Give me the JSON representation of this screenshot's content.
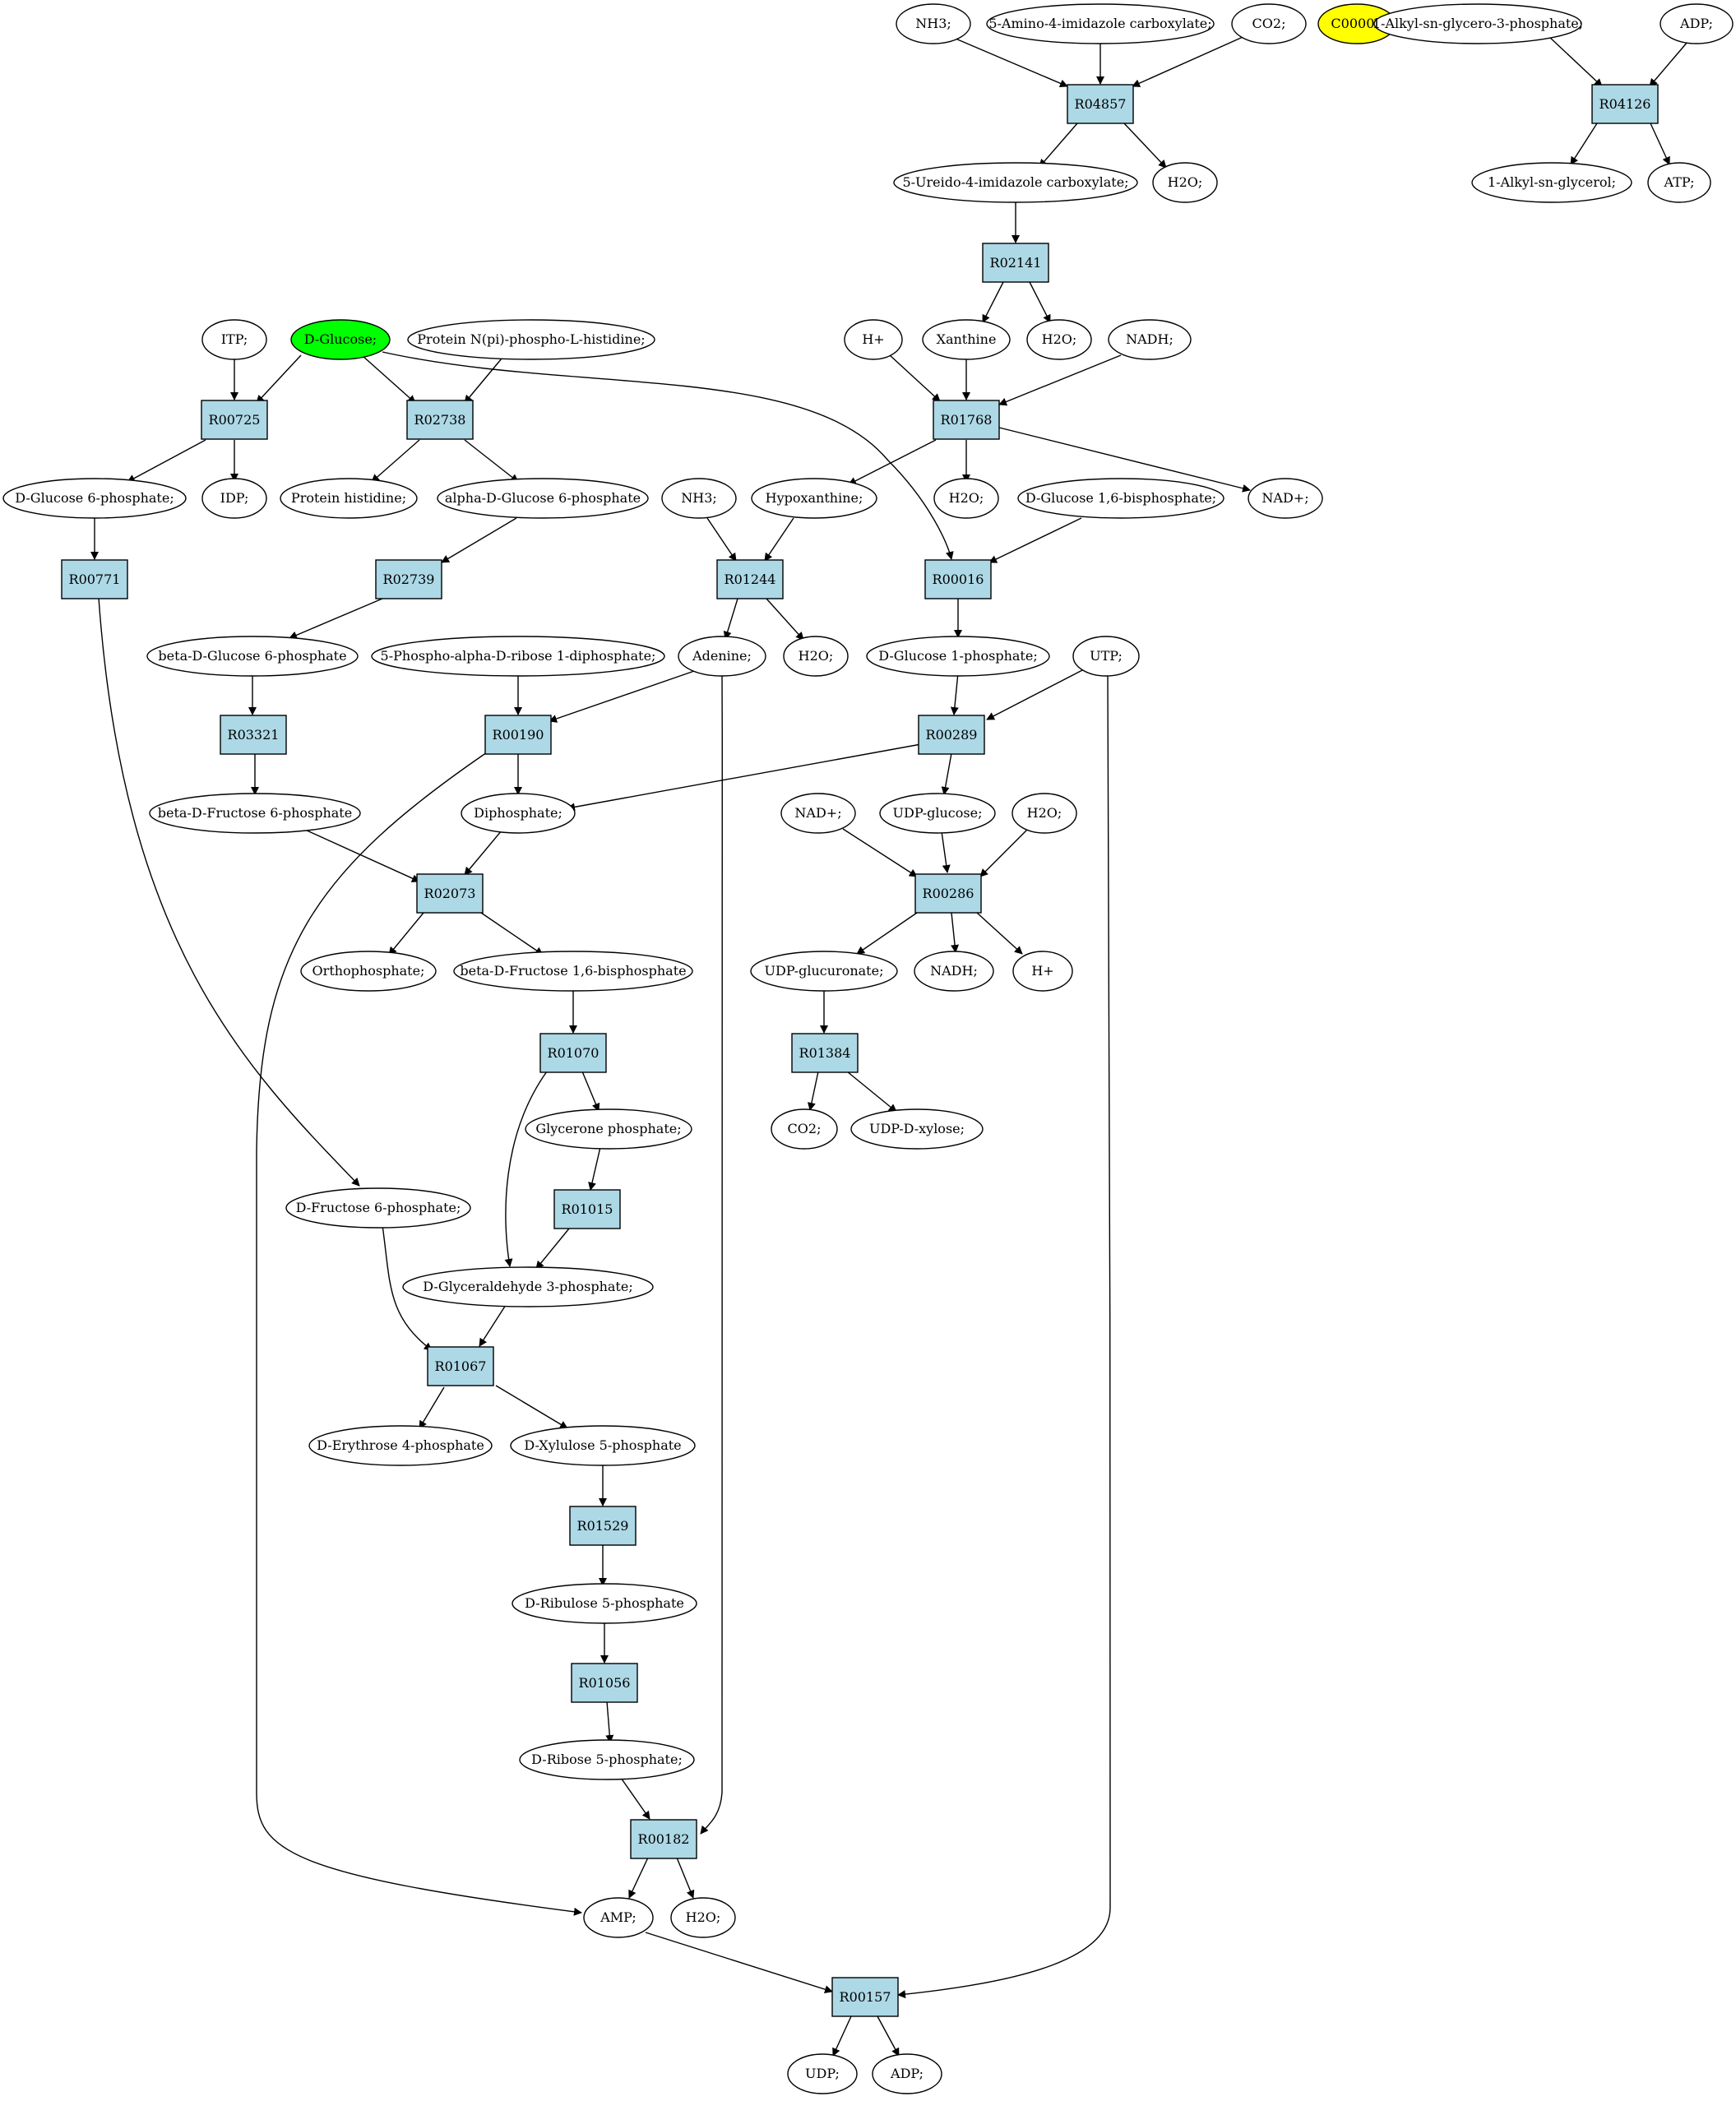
{
  "colors": {
    "reaction_fill": "#add8e6",
    "compound_fill": "#ffffff",
    "highlight_glucose": "#00ff00",
    "highlight_c00002": "#ffff00",
    "stroke": "#000000"
  },
  "compounds": {
    "c_nh3_a": "NH3;",
    "c_amino_imidazole": "5-Amino-4-imidazole carboxylate;",
    "c_co2_a": "CO2;",
    "c_c00002": "C00002",
    "c_alkyl_g3p": "1-Alkyl-sn-glycero-3-phosphate;",
    "c_adp_a": "ADP;",
    "c_ureido": "5-Ureido-4-imidazole carboxylate;",
    "c_h2o_a": "H2O;",
    "c_alkyl_glycerol": "1-Alkyl-sn-glycerol;",
    "c_atp": "ATP;",
    "c_itp": "ITP;",
    "c_dglucose": "D-Glucose;",
    "c_protein_np": "Protein N(pi)-phospho-L-histidine;",
    "c_hplus_a": "H+",
    "c_xanthine": "Xanthine",
    "c_h2o_b": "H2O;",
    "c_nadh_a": "NADH;",
    "c_g6p": "D-Glucose 6-phosphate;",
    "c_idp": "IDP;",
    "c_protein_his": "Protein histidine;",
    "c_alpha_g6p": "alpha-D-Glucose 6-phosphate",
    "c_nh3_b": "NH3;",
    "c_hypoxanthine": "Hypoxanthine;",
    "c_h2o_c": "H2O;",
    "c_g16bp": "D-Glucose 1,6-bisphosphate;",
    "c_nadplus_a": "NAD+;",
    "c_beta_g6p": "beta-D-Glucose 6-phosphate",
    "c_prpp": "5-Phospho-alpha-D-ribose 1-diphosphate;",
    "c_adenine": "Adenine;",
    "c_h2o_d": "H2O;",
    "c_g1p": "D-Glucose 1-phosphate;",
    "c_utp": "UTP;",
    "c_beta_f6p": "beta-D-Fructose 6-phosphate",
    "c_diphosphate": "Diphosphate;",
    "c_nadplus_b": "NAD+;",
    "c_udpglucose": "UDP-glucose;",
    "c_h2o_e": "H2O;",
    "c_orthophosphate": "Orthophosphate;",
    "c_beta_f16bp": "beta-D-Fructose 1,6-bisphosphate",
    "c_udpglucuronate": "UDP-glucuronate;",
    "c_nadh_b": "NADH;",
    "c_hplus_b": "H+",
    "c_glycerone_p": "Glycerone phosphate;",
    "c_co2_b": "CO2;",
    "c_udpxylose": "UDP-D-xylose;",
    "c_f6p": "D-Fructose 6-phosphate;",
    "c_gap": "D-Glyceraldehyde 3-phosphate;",
    "c_e4p": "D-Erythrose 4-phosphate",
    "c_xu5p": "D-Xylulose 5-phosphate",
    "c_ru5p": "D-Ribulose 5-phosphate",
    "c_r5p": "D-Ribose 5-phosphate;",
    "c_amp": "AMP;",
    "c_h2o_f": "H2O;",
    "c_udp": "UDP;",
    "c_adp_b": "ADP;"
  },
  "reactions": {
    "R04857": "R04857",
    "R04126": "R04126",
    "R02141": "R02141",
    "R01768": "R01768",
    "R00725": "R00725",
    "R02738": "R02738",
    "R00771": "R00771",
    "R02739": "R02739",
    "R01244": "R01244",
    "R00016": "R00016",
    "R03321": "R03321",
    "R00190": "R00190",
    "R00289": "R00289",
    "R02073": "R02073",
    "R00286": "R00286",
    "R01070": "R01070",
    "R01384": "R01384",
    "R01015": "R01015",
    "R01067": "R01067",
    "R01529": "R01529",
    "R01056": "R01056",
    "R00182": "R00182",
    "R00157": "R00157"
  }
}
